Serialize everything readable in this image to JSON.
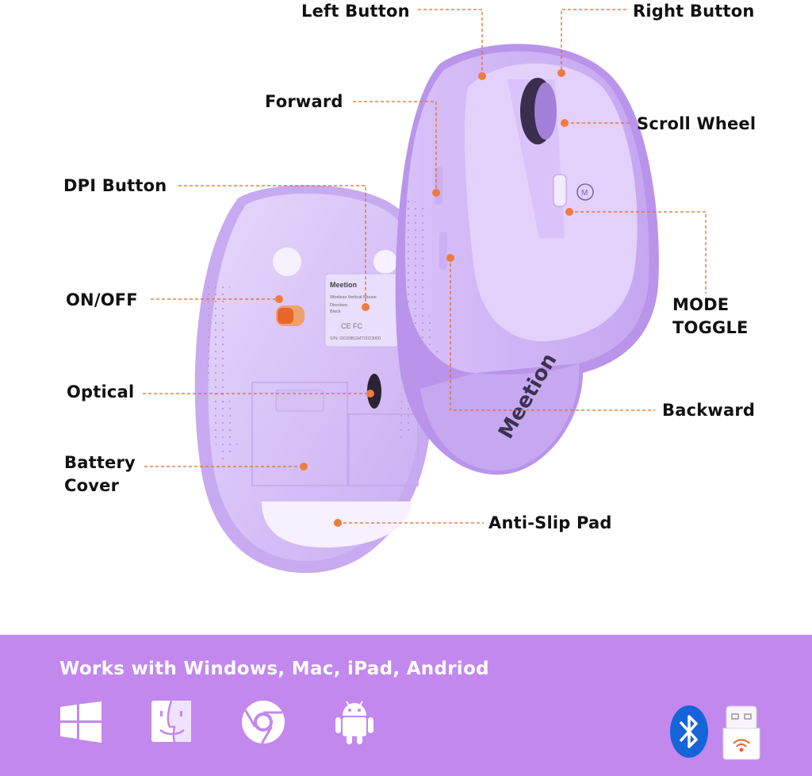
{
  "labels": {
    "left_button": "Left Button",
    "right_button": "Right Button",
    "forward": "Forward",
    "scroll_wheel": "Scroll Wheel",
    "dpi_button": "DPI Button",
    "on_off": "ON/OFF",
    "mode_toggle_line1": "MODE",
    "mode_toggle_line2": "TOGGLE",
    "optical": "Optical",
    "backward": "Backward",
    "battery_cover_line1": "Battery",
    "battery_cover_line2": "Cover",
    "anti_slip_pad": "Anti-Slip Pad"
  },
  "product_label": {
    "brand": "Meetion",
    "line1": "Wireless Vertical Mouse",
    "line2": "Directors",
    "line3": "Black",
    "certs": "CE FC",
    "serial": "S/N: OO39BGMT0023000"
  },
  "side_brand": "Meetion",
  "banner": {
    "text": "Works with Windows, Mac, iPad, Andriod",
    "icons": [
      "windows-icon",
      "mac-finder-icon",
      "chrome-icon",
      "android-icon",
      "bluetooth-icon",
      "usb-receiver-icon"
    ]
  },
  "colors": {
    "mouse_body": "#dcc6f7",
    "mouse_shadow": "#b99be6",
    "leader_line": "#e06a2c",
    "dot": "#ef7b3d",
    "banner_bg": "#c288ee",
    "bluetooth": "#1664d9"
  }
}
